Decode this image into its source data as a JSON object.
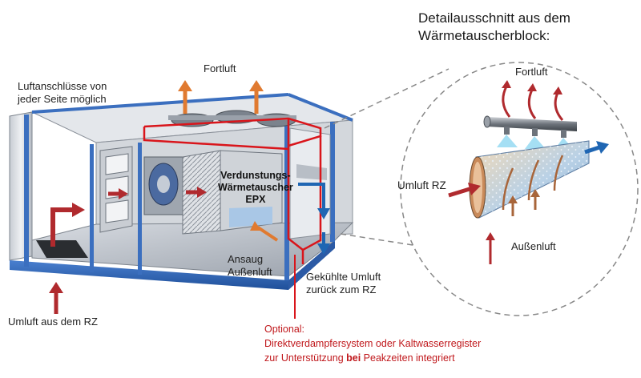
{
  "title": {
    "line1": "Detailausschnitt aus dem",
    "line2": "Wärmetauscherblock:"
  },
  "labels": {
    "fortluft_main": "Fortluft",
    "fortluft_detail": "Fortluft",
    "luftanschluesse_1": "Luftanschlüsse von",
    "luftanschluesse_2": "jeder Seite möglich",
    "epx_1": "Verdunstungs-",
    "epx_2": "Wärmetauscher",
    "epx_3": "EPX",
    "umluft_rz_detail": "Umluft RZ",
    "aussenluft_detail": "Außenluft",
    "ansaug_1": "Ansaug",
    "ansaug_2": "Außenluft",
    "gekuehlt_1": "Gekühlte Umluft",
    "gekuehlt_2": "zurück zum RZ",
    "umluft_aus": "Umluft  aus dem RZ"
  },
  "optional": {
    "line1": "Optional:",
    "line2": "Direktverdampfersystem  oder Kaltwasserregister",
    "line3_pre": "zur Unterstützung ",
    "line3_bold": "bei",
    "line3_post": " Peakzeiten integriert"
  },
  "colors": {
    "arrow_red": "#b02a2e",
    "arrow_orange": "#e07a30",
    "arrow_blue": "#1f66b3",
    "outline_red": "#d9151b",
    "frame_blue": "#3b6fbf",
    "text_red": "#c0181c"
  }
}
